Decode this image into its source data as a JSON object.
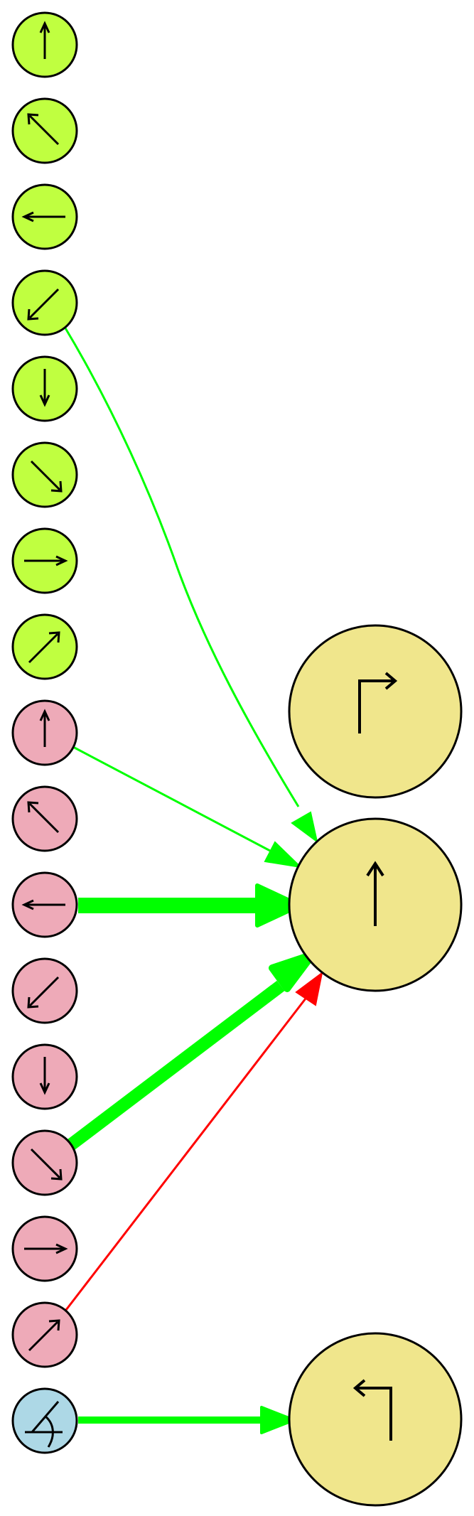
{
  "colors": {
    "green_node": "#c0ff40",
    "pink_node": "#eeaab8",
    "blue_node": "#add8e6",
    "yellow_node": "#f0e68c",
    "stroke": "#000000",
    "edge_green": "#00ff00",
    "edge_red": "#ff0000"
  },
  "nodes": [
    {
      "id": "g-up",
      "group": "green",
      "icon": "arrow-up-icon"
    },
    {
      "id": "g-upleft",
      "group": "green",
      "icon": "arrow-up-left-icon"
    },
    {
      "id": "g-left",
      "group": "green",
      "icon": "arrow-left-icon"
    },
    {
      "id": "g-downleft",
      "group": "green",
      "icon": "arrow-down-left-icon"
    },
    {
      "id": "g-down",
      "group": "green",
      "icon": "arrow-down-icon"
    },
    {
      "id": "g-downright",
      "group": "green",
      "icon": "arrow-down-right-icon"
    },
    {
      "id": "g-right",
      "group": "green",
      "icon": "arrow-right-icon"
    },
    {
      "id": "g-upright",
      "group": "green",
      "icon": "arrow-up-right-icon"
    },
    {
      "id": "p-up",
      "group": "pink",
      "icon": "arrow-up-icon"
    },
    {
      "id": "p-upleft",
      "group": "pink",
      "icon": "arrow-up-left-icon"
    },
    {
      "id": "p-left",
      "group": "pink",
      "icon": "arrow-left-icon"
    },
    {
      "id": "p-downleft",
      "group": "pink",
      "icon": "arrow-down-left-icon"
    },
    {
      "id": "p-down",
      "group": "pink",
      "icon": "arrow-down-icon"
    },
    {
      "id": "p-downright",
      "group": "pink",
      "icon": "arrow-down-right-icon"
    },
    {
      "id": "p-right",
      "group": "pink",
      "icon": "arrow-right-icon"
    },
    {
      "id": "p-upright",
      "group": "pink",
      "icon": "arrow-up-right-icon"
    },
    {
      "id": "b-angle",
      "group": "blue",
      "icon": "angle-icon"
    },
    {
      "id": "y-turnright",
      "group": "yellow",
      "icon": "turn-right-icon"
    },
    {
      "id": "y-straight",
      "group": "yellow",
      "icon": "straight-arrow-icon"
    },
    {
      "id": "y-turnleft",
      "group": "yellow",
      "icon": "turn-left-icon"
    }
  ],
  "edges": [
    {
      "from": "g-downleft",
      "to": "y-straight",
      "color": "edge_green",
      "weight": "thin"
    },
    {
      "from": "p-up",
      "to": "y-straight",
      "color": "edge_green",
      "weight": "thin"
    },
    {
      "from": "p-left",
      "to": "y-straight",
      "color": "edge_green",
      "weight": "thick"
    },
    {
      "from": "p-downright",
      "to": "y-straight",
      "color": "edge_green",
      "weight": "thick"
    },
    {
      "from": "p-upright",
      "to": "y-straight",
      "color": "edge_red",
      "weight": "thin"
    },
    {
      "from": "b-angle",
      "to": "y-turnleft",
      "color": "edge_green",
      "weight": "medium"
    }
  ]
}
